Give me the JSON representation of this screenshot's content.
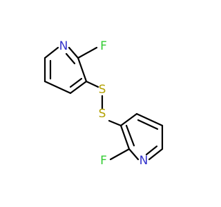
{
  "molecule": {
    "atoms": [
      {
        "id": "N1",
        "symbol": "N",
        "color": "#3333cc"
      },
      {
        "id": "F1",
        "symbol": "F",
        "color": "#33cc33"
      },
      {
        "id": "S1",
        "symbol": "S",
        "color": "#b2a000"
      },
      {
        "id": "S2",
        "symbol": "S",
        "color": "#b2a000"
      },
      {
        "id": "F2",
        "symbol": "F",
        "color": "#33cc33"
      },
      {
        "id": "N2",
        "symbol": "N",
        "color": "#3333cc"
      }
    ],
    "bond_color": "#000000"
  }
}
